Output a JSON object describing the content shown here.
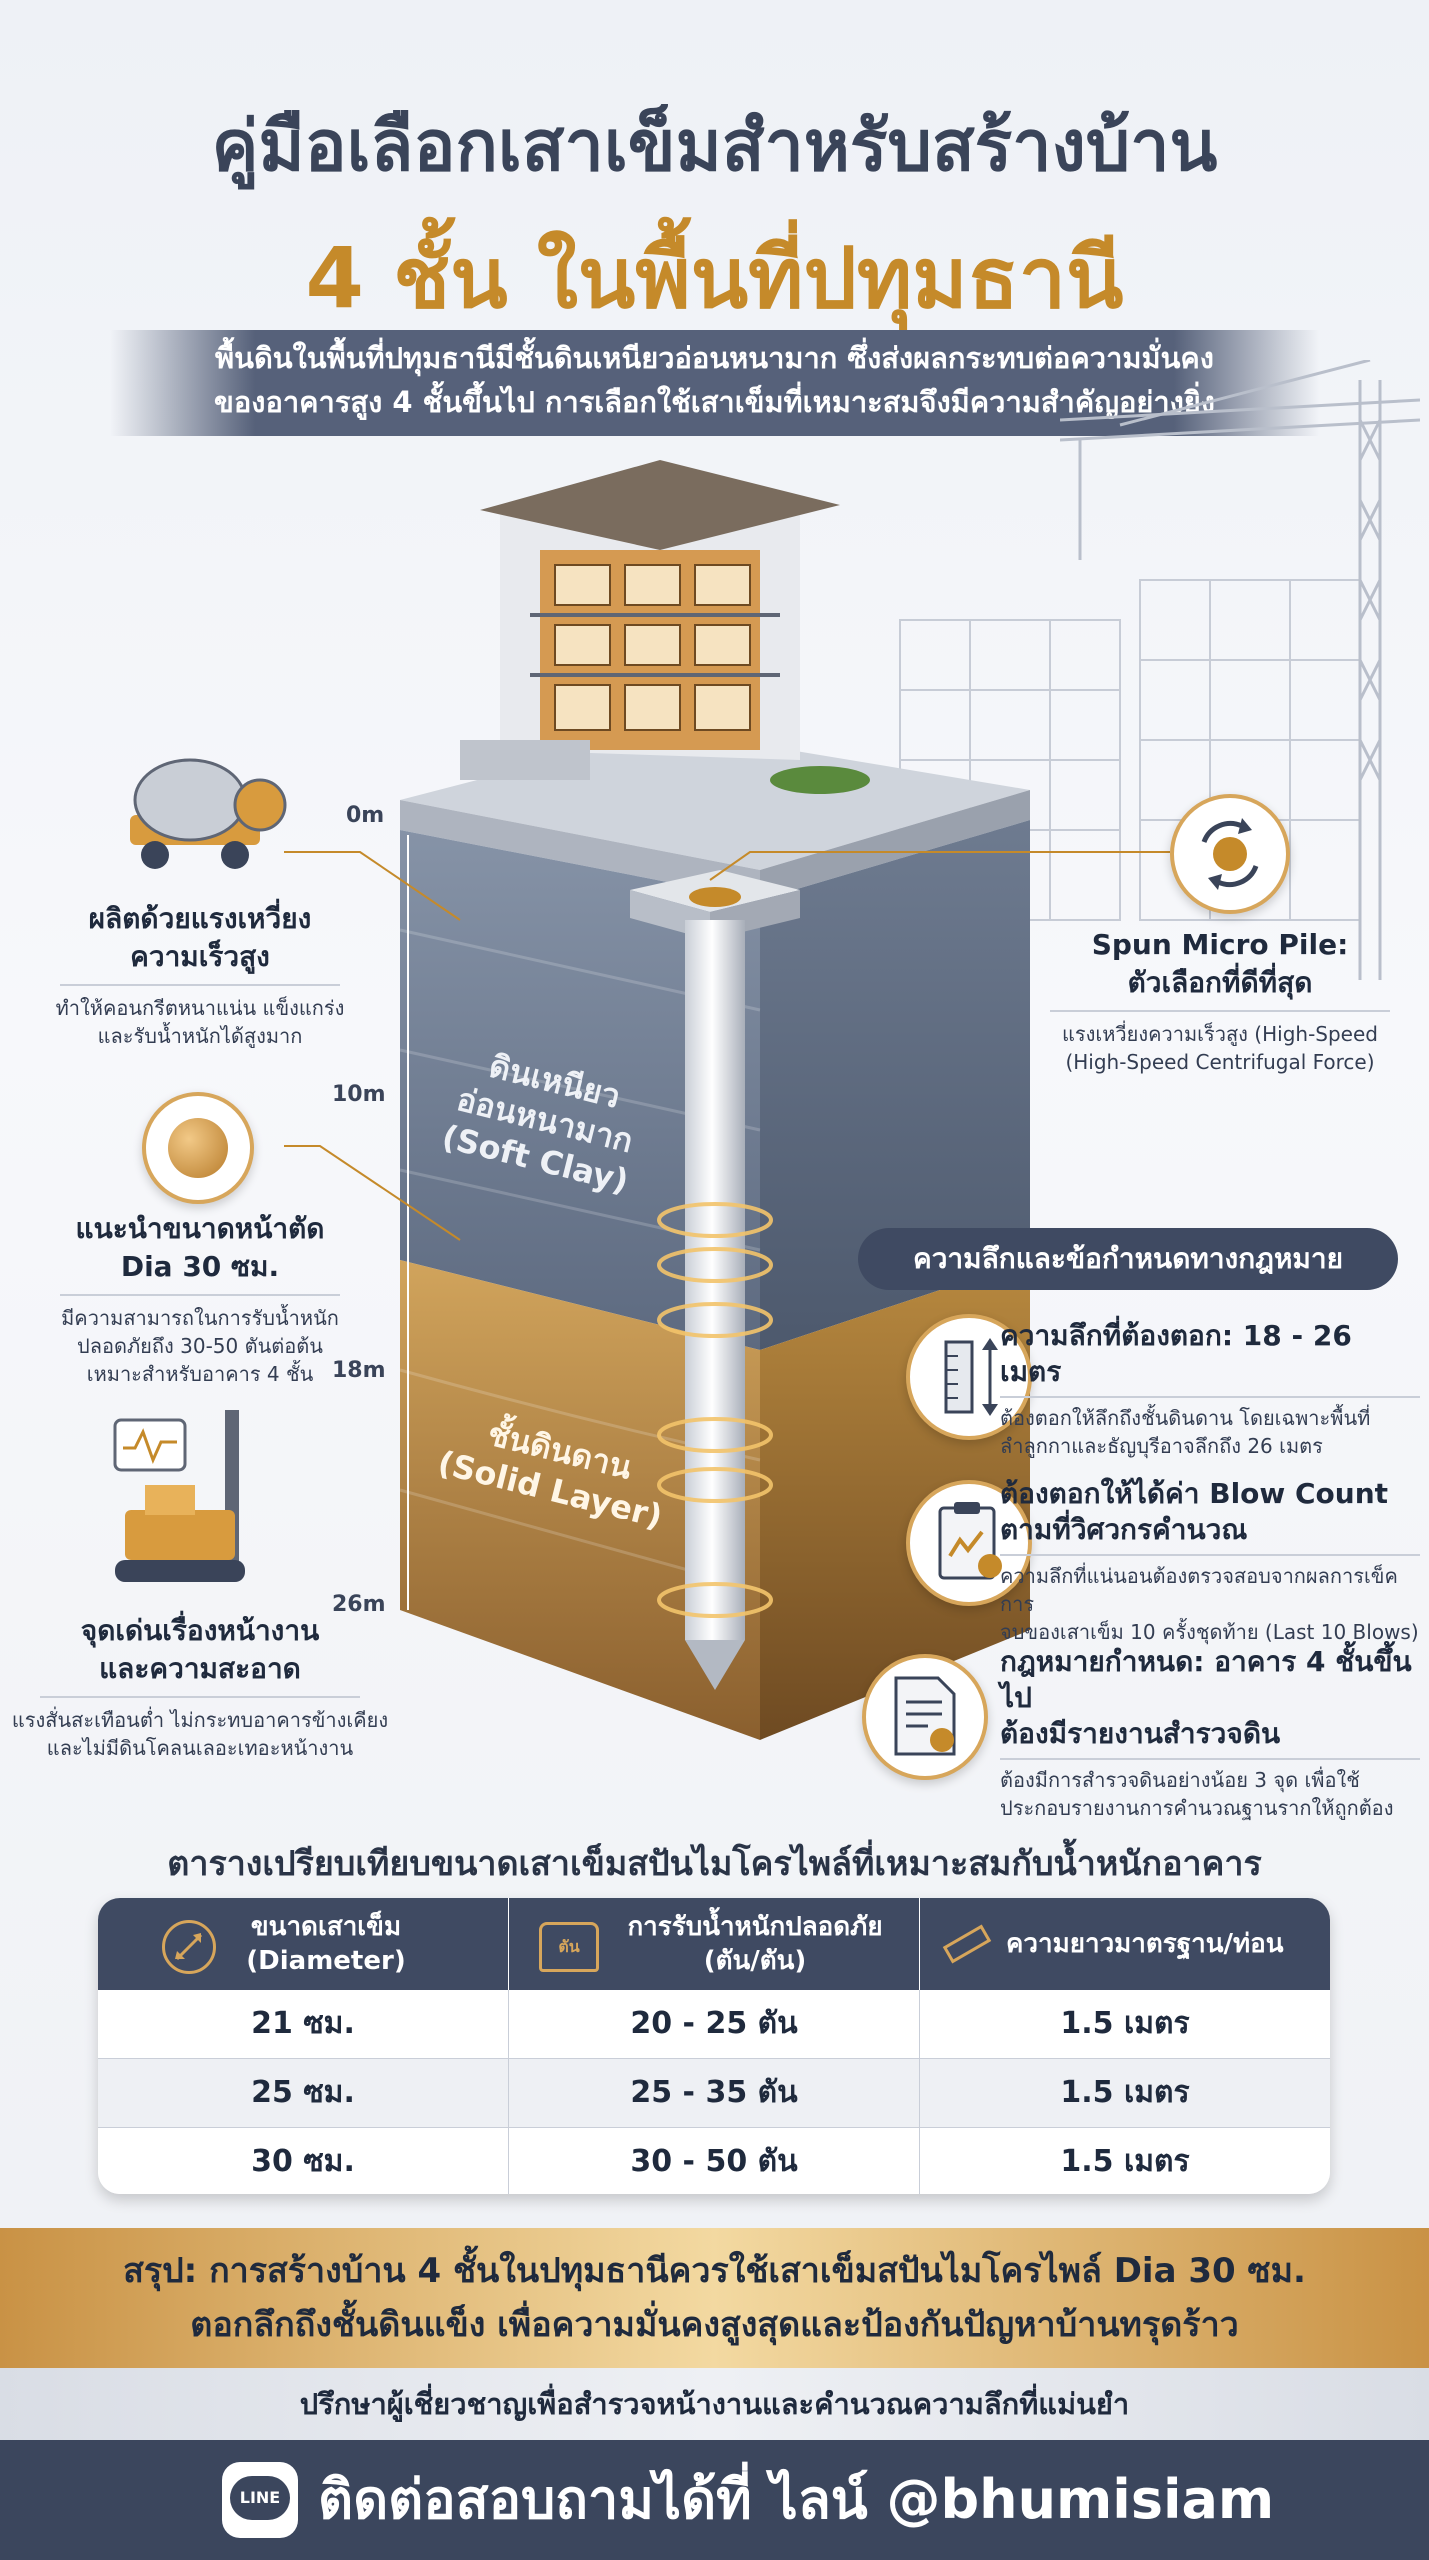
{
  "header": {
    "title_line1": "คู่มือเลือกเสาเข็มสำหรับสร้างบ้าน",
    "title_line2": "4 ชั้น ในพื้นที่ปทุมธานี",
    "intro_line1": "พื้นดินในพื้นที่ปทุมธานีมีชั้นดินเหนียวอ่อนหนามาก ซึ่งส่งผลกระทบต่อความมั่นคง",
    "intro_line2": "ของอาคารสูง 4 ชั้นขึ้นไป การเลือกใช้เสาเข็มที่เหมาะสมจึงมีความสำคัญอย่างยิ่ง"
  },
  "depth_scale": [
    "0m",
    "10m",
    "18m",
    "26m"
  ],
  "soil_layers": {
    "soft_clay_line1": "ดินเหนียว",
    "soft_clay_line2": "อ่อนหนามาก",
    "soft_clay_en": "(Soft Clay)",
    "solid_line1": "ชั้นดินดาน",
    "solid_en": "(Solid Layer)"
  },
  "features_left": [
    {
      "title_line1": "ผลิตด้วยแรงเหวี่ยง",
      "title_line2": "ความเร็วสูง",
      "desc_line1": "ทำให้คอนกรีตหนาแน่น แข็งแกร่ง",
      "desc_line2": "และรับน้ำหนักได้สูงมาก",
      "icon": "cement-mixer-icon"
    },
    {
      "title_line1": "แนะนำขนาดหน้าตัด",
      "title_line2": "Dia 30 ซม.",
      "desc_line1": "มีความสามารถในการรับน้ำหนัก",
      "desc_line2": "ปลอดภัยถึง 30-50 ตันต่อต้น",
      "desc_line3": "เหมาะสำหรับอาคาร 4 ชั้น",
      "icon": "pile-cross-section-icon"
    },
    {
      "title_line1": "จุดเด่นเรื่องหน้างาน",
      "title_line2": "และความสะอาด",
      "desc_line1": "แรงสั่นสะเทือนต่ำ ไม่กระทบอาคารข้างเคียง",
      "desc_line2": "และไม่มีดินโคลนเลอะเทอะหน้างาน",
      "icon": "pile-driver-icon"
    }
  ],
  "feature_right": {
    "title_line1": "Spun Micro Pile:",
    "title_line2": "ตัวเลือกที่ดีที่สุด",
    "desc_line1": "แรงเหวี่ยงความเร็วสูง (High-Speed",
    "desc_line2": "(High-Speed Centrifugal Force)",
    "icon": "rotation-arrows-icon"
  },
  "legal": {
    "heading": "ความลึกและข้อกำหนดทางกฎหมาย",
    "items": [
      {
        "title_line1": "ความลึกที่ต้องตอก: 18 - 26 เมตร",
        "desc_line1": "ต้องตอกให้ลึกถึงชั้นดินดาน โดยเฉพาะพื้นที่",
        "desc_line2": "ลำลูกกาและธัญบุรีอาจลึกถึง 26 เมตร",
        "icon": "depth-ruler-icon"
      },
      {
        "title_line1": "ต้องตอกให้ได้ค่า Blow Count",
        "title_line2": "ตามที่วิศวกรคำนวณ",
        "desc_line1": "ความลึกที่แน่นอนต้องตรวจสอบจากผลการเข็คการ",
        "desc_line2": "จบของเสาเข็ม 10 ครั้งชุดท้าย (Last 10 Blows)",
        "icon": "clipboard-icon"
      },
      {
        "title_line1": "กฎหมายกำหนด: อาคาร 4 ชั้นขึ้นไป",
        "title_line2": "ต้องมีรายงานสำรวจดิน",
        "desc_line1": "ต้องมีการสำรวจดินอย่างน้อย 3 จุด เพื่อใช้",
        "desc_line2": "ประกอบรายงานการคำนวณฐานรากให้ถูกต้อง",
        "icon": "certificate-document-icon"
      }
    ]
  },
  "table": {
    "title": "ตารางเปรียบเทียบขนาดเสาเข็มสปันไมโครไพล์ที่เหมาะสมกับน้ำหนักอาคาร",
    "headers": [
      {
        "line1": "ขนาดเสาเข็ม",
        "line2": "(Diameter)",
        "icon": "diameter-arrow-icon"
      },
      {
        "line1": "การรับน้ำหนักปลอดภัย",
        "line2": "(ตัน/ตัน)",
        "icon": "weight-icon",
        "icon_text": "ตัน"
      },
      {
        "line1": "ความยาวมาตรฐาน/ท่อน",
        "line2": "",
        "icon": "ruler-icon"
      }
    ],
    "rows": [
      [
        "21 ซม.",
        "20 - 25 ตัน",
        "1.5 เมตร"
      ],
      [
        "25 ซม.",
        "25 - 35 ตัน",
        "1.5 เมตร"
      ],
      [
        "30 ซม.",
        "30 - 50 ตัน",
        "1.5 เมตร"
      ]
    ]
  },
  "summary": {
    "line1": "สรุป: การสร้างบ้าน 4 ชั้นในปทุมธานีควรใช้เสาเข็มสปันไมโครไพล์ Dia 30 ซม.",
    "line2": "ตอกลึกถึงชั้นดินแข็ง เพื่อความมั่นคงสูงสุดและป้องกันปัญหาบ้านทรุดร้าว"
  },
  "consult": "ปรึกษาผู้เชี่ยวชาญเพื่อสำรวจหน้างานและคำนวณความลึกที่แม่นยำ",
  "footer": {
    "line_badge": "LINE",
    "text": "ติดต่อสอบถามได้ที่ ไลน์ @bhumisiam"
  },
  "colors": {
    "navy": "#3f4a62",
    "gold": "#c58a2a",
    "clay": "#6b7a90",
    "sand": "#c89a52"
  }
}
